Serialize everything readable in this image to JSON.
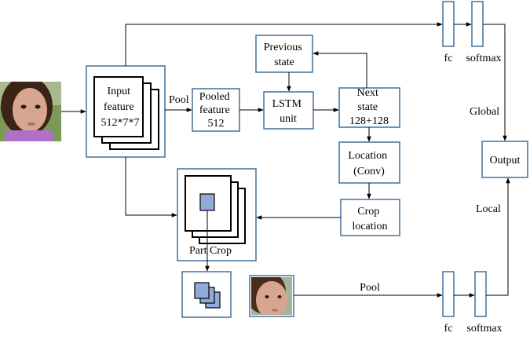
{
  "colors": {
    "box_border": "#41719c",
    "line": "#000000",
    "square_fill": "#92aad8",
    "skin": "#d7a590",
    "hair": "#3b2416",
    "shirt": "#b070c8",
    "background_green": "#7a9a58"
  },
  "nodes": {
    "input_feature": {
      "lines": [
        "Input",
        "feature",
        "512*7*7"
      ]
    },
    "pooled_feature": {
      "lines": [
        "Pooled",
        "feature",
        "512"
      ]
    },
    "lstm_unit": {
      "lines": [
        "LSTM",
        "unit"
      ]
    },
    "previous_state": {
      "lines": [
        "Previous",
        "state"
      ]
    },
    "next_state": {
      "lines": [
        "Next",
        "state",
        "128+128"
      ]
    },
    "location_conv": {
      "lines": [
        "Location",
        "(Conv)"
      ]
    },
    "crop_location": {
      "lines": [
        "Crop",
        "location"
      ]
    },
    "part_crop": {
      "label": "Part Crop"
    },
    "output": {
      "label": "Output"
    },
    "fc_top": {
      "label": "fc"
    },
    "softmax_top": {
      "label": "softmax"
    },
    "fc_bottom": {
      "label": "fc"
    },
    "softmax_bottom": {
      "label": "softmax"
    }
  },
  "edges": {
    "pool_top": "Pool",
    "pool_bottom": "Pool",
    "global": "Global",
    "local": "Local"
  }
}
